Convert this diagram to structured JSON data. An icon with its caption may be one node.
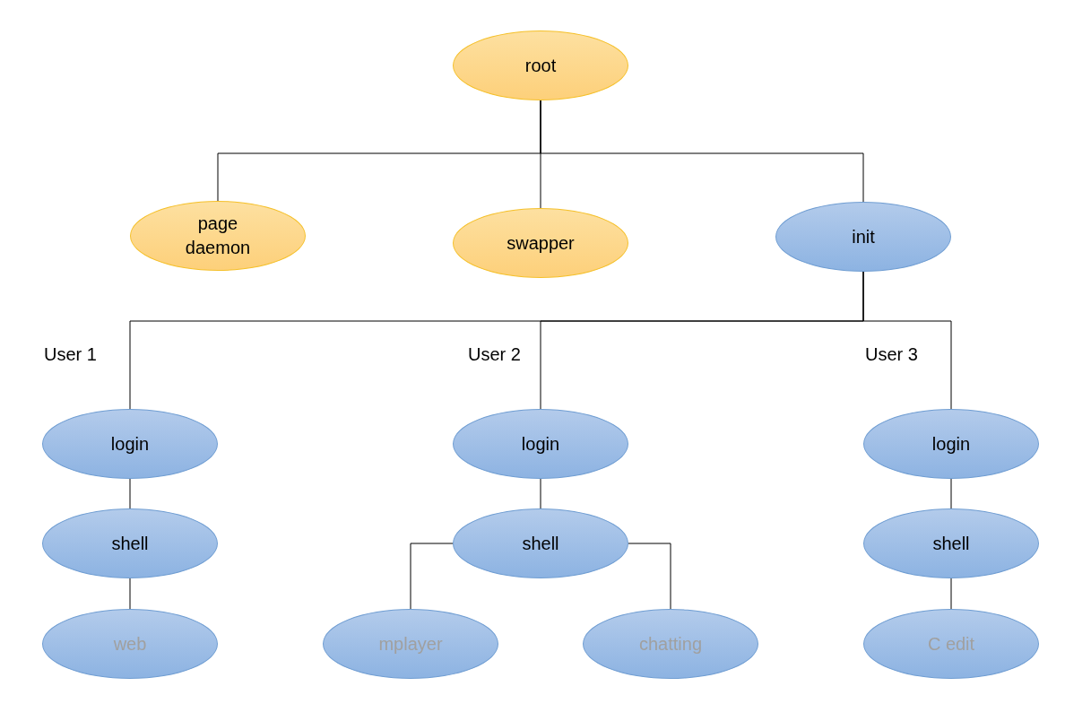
{
  "diagram": {
    "nodes": [
      {
        "text": [
          "root"
        ]
      },
      {
        "text": [
          "page daemon"
        ]
      },
      {
        "text": [
          "swapper"
        ]
      },
      {
        "text": [
          "init"
        ]
      },
      {
        "text": [
          "login"
        ]
      },
      {
        "text": [
          "shell"
        ]
      },
      {
        "text": [
          "web"
        ]
      },
      {
        "text": [
          "login"
        ]
      },
      {
        "text": [
          "shell"
        ]
      },
      {
        "text": [
          "mplayer"
        ]
      },
      {
        "text": [
          "chatting"
        ]
      },
      {
        "text": [
          "login"
        ]
      },
      {
        "text": [
          "shell"
        ]
      },
      {
        "text": [
          "C edit"
        ]
      }
    ],
    "edges": [
      {
        "from": 0,
        "to": 1,
        "arrow": "none"
      },
      {
        "from": 0,
        "to": 2,
        "arrow": "none"
      },
      {
        "from": 0,
        "to": 3,
        "arrow": "none"
      },
      {
        "from": 3,
        "to": 4,
        "arrow": "none"
      },
      {
        "from": 3,
        "to": 7,
        "arrow": "none"
      },
      {
        "from": 3,
        "to": 11,
        "arrow": "none"
      },
      {
        "from": 4,
        "to": 5,
        "arrow": "none"
      },
      {
        "from": 5,
        "to": 6,
        "arrow": "none"
      },
      {
        "from": 7,
        "to": 8,
        "arrow": "none"
      },
      {
        "from": 8,
        "to": 9,
        "arrow": "none"
      },
      {
        "from": 8,
        "to": 10,
        "arrow": "none"
      },
      {
        "from": 11,
        "to": 12,
        "arrow": "none"
      },
      {
        "from": 12,
        "to": 13,
        "arrow": "none"
      }
    ],
    "labels": [
      "User 1",
      "User 2",
      "User 3"
    ]
  }
}
